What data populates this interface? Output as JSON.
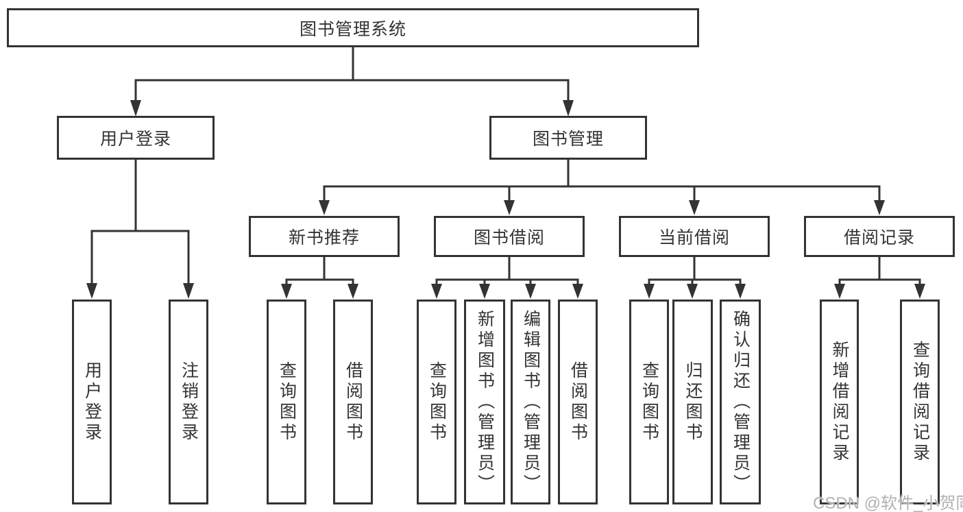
{
  "colors": {
    "line": "#333333",
    "box_border": "#333333",
    "box_fill": "#ffffff",
    "text": "#333333",
    "watermark_text": "#b1b1b1",
    "background": "#ffffff"
  },
  "watermark": {
    "text": "CSDN @软件_小贺同学"
  },
  "tree": {
    "root": {
      "label": "图书管理系统"
    },
    "branches": [
      {
        "label": "用户登录",
        "children": [
          {
            "label": "用户登录"
          },
          {
            "label": "注销登录"
          }
        ]
      },
      {
        "label": "图书管理",
        "children": [
          {
            "label": "新书推荐",
            "children": [
              {
                "label": "查询图书"
              },
              {
                "label": "借阅图书"
              }
            ]
          },
          {
            "label": "图书借阅",
            "children": [
              {
                "label": "查询图书"
              },
              {
                "label": "新增图书（管理员）"
              },
              {
                "label": "编辑图书（管理员）"
              },
              {
                "label": "借阅图书"
              }
            ]
          },
          {
            "label": "当前借阅",
            "children": [
              {
                "label": "查询图书"
              },
              {
                "label": "归还图书"
              },
              {
                "label": "确认归还（管理员）"
              }
            ]
          },
          {
            "label": "借阅记录",
            "children": [
              {
                "label": "新增借阅记录"
              },
              {
                "label": "查询借阅记录"
              }
            ]
          }
        ]
      }
    ]
  }
}
